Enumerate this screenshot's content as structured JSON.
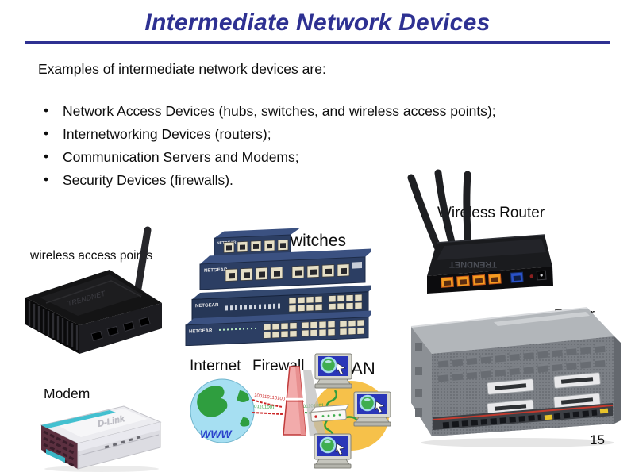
{
  "slide": {
    "title": "Intermediate Network Devices",
    "intro": "Examples of intermediate network devices are:",
    "bullets": [
      "Network Access Devices (hubs, switches, and wireless access points);",
      "Internetworking Devices (routers);",
      "Communication Servers and Modems;",
      "Security Devices (firewalls)."
    ],
    "page_number": "15"
  },
  "figures": {
    "access_point": {
      "label": "wireless access points",
      "brand": "TRENDNET"
    },
    "switches": {
      "label": "Switches",
      "brand": "NETGEAR"
    },
    "wireless_router": {
      "label": "Wireless Router",
      "brand": "TRENDNET"
    },
    "modem": {
      "label": "Modem",
      "brand": "D-Link"
    },
    "firewall_diagram": {
      "internet_label": "Internet",
      "firewall_label": "Firewall",
      "lan_label": "LAN",
      "globe_text": "WWW",
      "stream_bits_red": "100110110100",
      "stream_bits_green": "01101001"
    },
    "router": {
      "label": "Router"
    }
  },
  "colors": {
    "title_blue": "#2e3192",
    "switch_navy": "#2c3e63",
    "lan_orange": "#f6c14a",
    "firewall_pink": "#f2abab",
    "globe_blue": "#a6dff2",
    "modem_maroon": "#5c3040",
    "port_orange": "#f49b20",
    "port_blue": "#2a52c8"
  }
}
